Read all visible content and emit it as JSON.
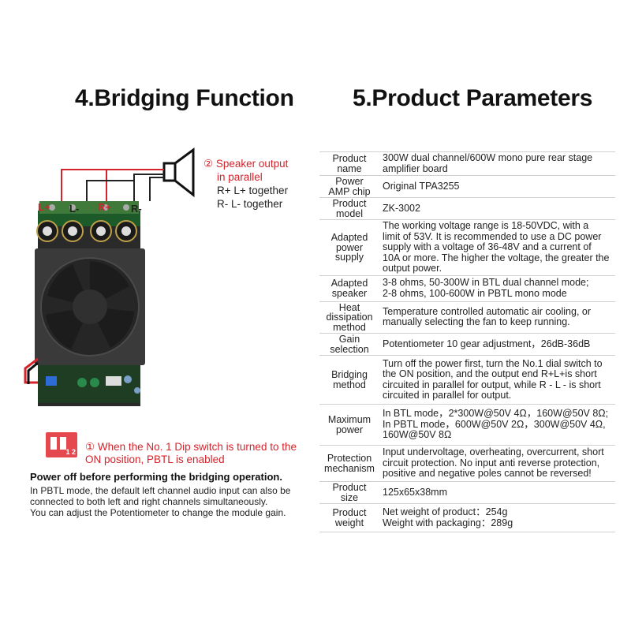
{
  "headings": {
    "left": "4.Bridging Function",
    "right": "5.Product Parameters"
  },
  "diagram": {
    "speaker_annotation": {
      "line1": "② Speaker output",
      "line2": "in parallel",
      "line3": "R+ L+ together",
      "line4": "R- L- together"
    },
    "terminals": [
      "L+",
      "L-",
      "R+",
      "R-"
    ],
    "dip_switch": {
      "numbers": "1 2"
    },
    "dip_annotation": {
      "line1": "① When the No. 1 Dip switch is turned to the",
      "line2": "ON position, PBTL is enabled"
    }
  },
  "notes": {
    "bold": "Power off before performing the bridging operation.",
    "lines": [
      "In PBTL mode, the default left channel audio input can also be",
      "connected to both left and right channels simultaneously.",
      "You can adjust the Potentiometer to change the module gain."
    ]
  },
  "params": [
    {
      "label": [
        "Product",
        "name"
      ],
      "value": [
        "300W dual channel/600W mono pure rear stage",
        "amplifier board"
      ]
    },
    {
      "label": [
        "Power",
        "AMP chip"
      ],
      "value": [
        "Original TPA3255"
      ]
    },
    {
      "label": [
        "Product",
        "model"
      ],
      "value": [
        "ZK-3002"
      ]
    },
    {
      "label": [
        "Adapted",
        "power",
        "supply"
      ],
      "value": [
        "The working voltage range is 18-50VDC, with a",
        "limit of 53V. It is recommended to use a DC power",
        "supply with a voltage of 36-48V and a current of",
        "10A or more. The higher the voltage, the greater the",
        " output power."
      ]
    },
    {
      "label": [
        "Adapted",
        "speaker"
      ],
      "value": [
        "3-8 ohms, 50-300W in BTL dual channel mode;",
        "2-8 ohms, 100-600W in PBTL mono mode"
      ]
    },
    {
      "label": [
        "Heat",
        "dissipation",
        "method"
      ],
      "value": [
        "Temperature controlled automatic air cooling, or",
        "manually selecting the fan to keep running."
      ]
    },
    {
      "label": [
        "Gain",
        "selection"
      ],
      "value": [
        "Potentiometer 10 gear adjustment，26dB-36dB"
      ]
    },
    {
      "label": [
        "Bridging",
        "method"
      ],
      "value": [
        "Turn off the power first, turn the No.1 dial switch to",
        "the ON position, and the output end R+L+is short",
        "circuited in parallel for output, while R - L - is short",
        "circuited in parallel for output."
      ]
    },
    {
      "label": [
        "Maximum",
        "power"
      ],
      "value": [
        "In BTL mode，2*300W@50V 4Ω，160W@50V 8Ω;",
        "In PBTL mode，600W@50V 2Ω，300W@50V 4Ω,",
        "160W@50V 8Ω"
      ]
    },
    {
      "label": [
        "Protection",
        "mechanism"
      ],
      "value": [
        "Input undervoltage, overheating, overcurrent, short",
        "circuit protection. No input anti reverse protection,",
        "positive and negative poles cannot be reversed!"
      ]
    },
    {
      "label": [
        "Product",
        "size"
      ],
      "value": [
        "125x65x38mm"
      ]
    },
    {
      "label": [
        "Product",
        "weight"
      ],
      "value": [
        "Net weight of product：254g",
        "Weight with packaging：289g"
      ]
    }
  ]
}
